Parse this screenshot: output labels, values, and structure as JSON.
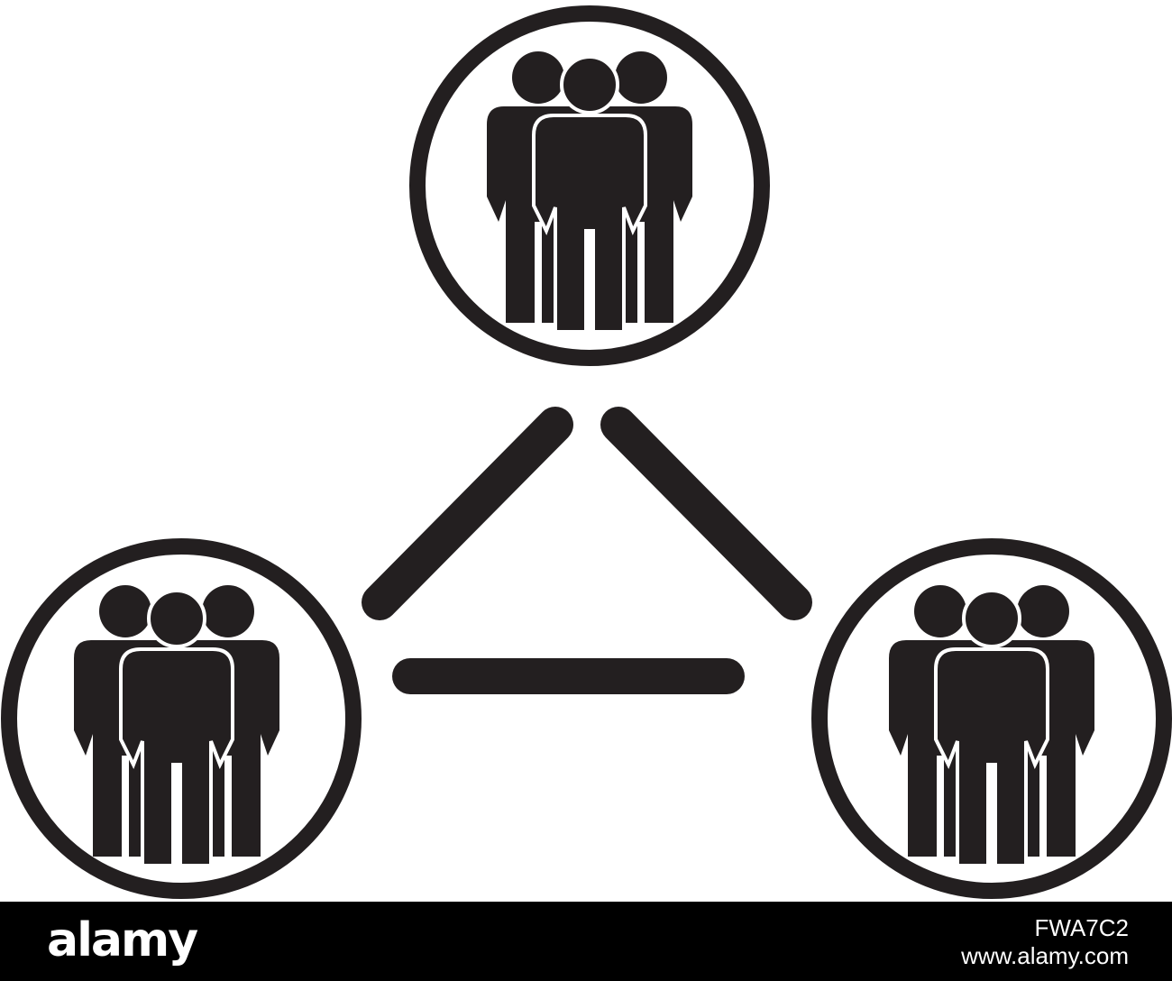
{
  "icons": {
    "group": "group-of-people-icon",
    "ring": "circle-outline-icon",
    "connector": "rounded-bar-connector"
  },
  "colors": {
    "ink": "#231f20",
    "background": "#ffffff",
    "footer": "#000000",
    "footer_text": "#ffffff"
  },
  "footer": {
    "logo": "alamy",
    "image_id": "FWA7C2",
    "url": "www.alamy.com"
  }
}
